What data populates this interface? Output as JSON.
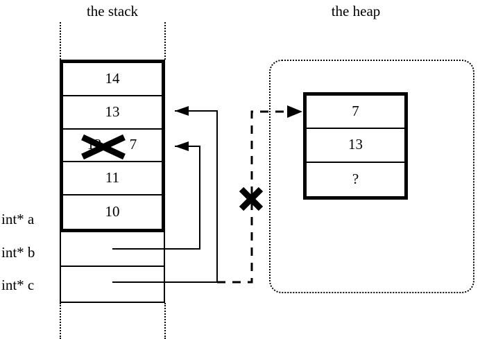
{
  "figure": {
    "caption_stack": "the stack",
    "caption_heap": "the heap"
  },
  "stack": {
    "title": "the stack",
    "frame_cells": [
      {
        "value": "14",
        "struck": false,
        "note": ""
      },
      {
        "value": "13",
        "struck": false,
        "note": ""
      },
      {
        "value": "12",
        "struck": true,
        "note": "7"
      },
      {
        "value": "11",
        "struck": false,
        "note": ""
      },
      {
        "value": "10",
        "struck": false,
        "note": ""
      }
    ],
    "locals": [
      {
        "label": "int* a",
        "value": ""
      },
      {
        "label": "int* b",
        "value": ""
      },
      {
        "label": "int* c",
        "value": ""
      }
    ]
  },
  "heap": {
    "title": "the heap",
    "block_cells": [
      {
        "value": "7"
      },
      {
        "value": "13"
      },
      {
        "value": "?"
      }
    ]
  },
  "annotations": {
    "strike_on_stack_value": "12",
    "broken_pointer_mark": "x",
    "pointer_b_target": "12",
    "pointer_c_target": "13",
    "dangling_arrow_target": "7"
  },
  "colors": {
    "ink": "#000000",
    "paper": "#ffffff"
  }
}
